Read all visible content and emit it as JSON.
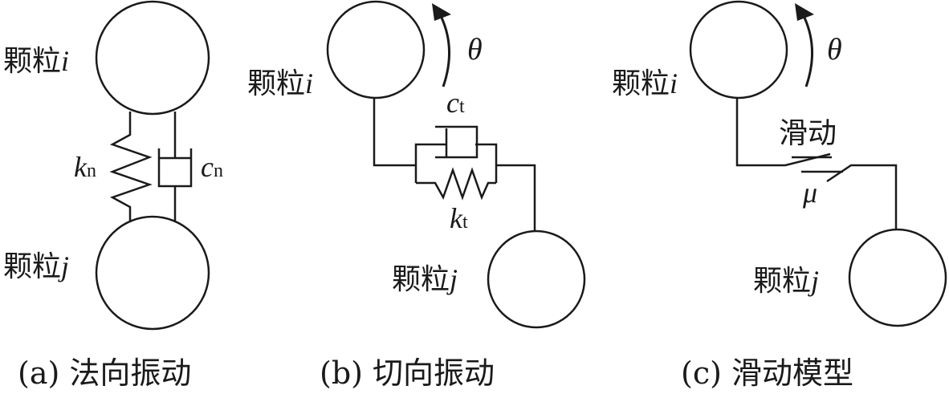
{
  "panels": {
    "a": {
      "particle_i": "颗粒",
      "i": "i",
      "particle_j": "颗粒",
      "j": "j",
      "k": "k",
      "k_sub": "n",
      "c": "c",
      "c_sub": "n",
      "caption": "(a) 法向振动"
    },
    "b": {
      "particle_i": "颗粒",
      "i": "i",
      "particle_j": "颗粒",
      "j": "j",
      "theta": "θ",
      "c": "c",
      "c_sub": "t",
      "k": "k",
      "k_sub": "t",
      "caption": "(b) 切向振动"
    },
    "c": {
      "particle_i": "颗粒",
      "i": "i",
      "particle_j": "颗粒",
      "j": "j",
      "theta": "θ",
      "slide": "滑动",
      "mu": "μ",
      "caption": "(c) 滑动模型"
    }
  }
}
